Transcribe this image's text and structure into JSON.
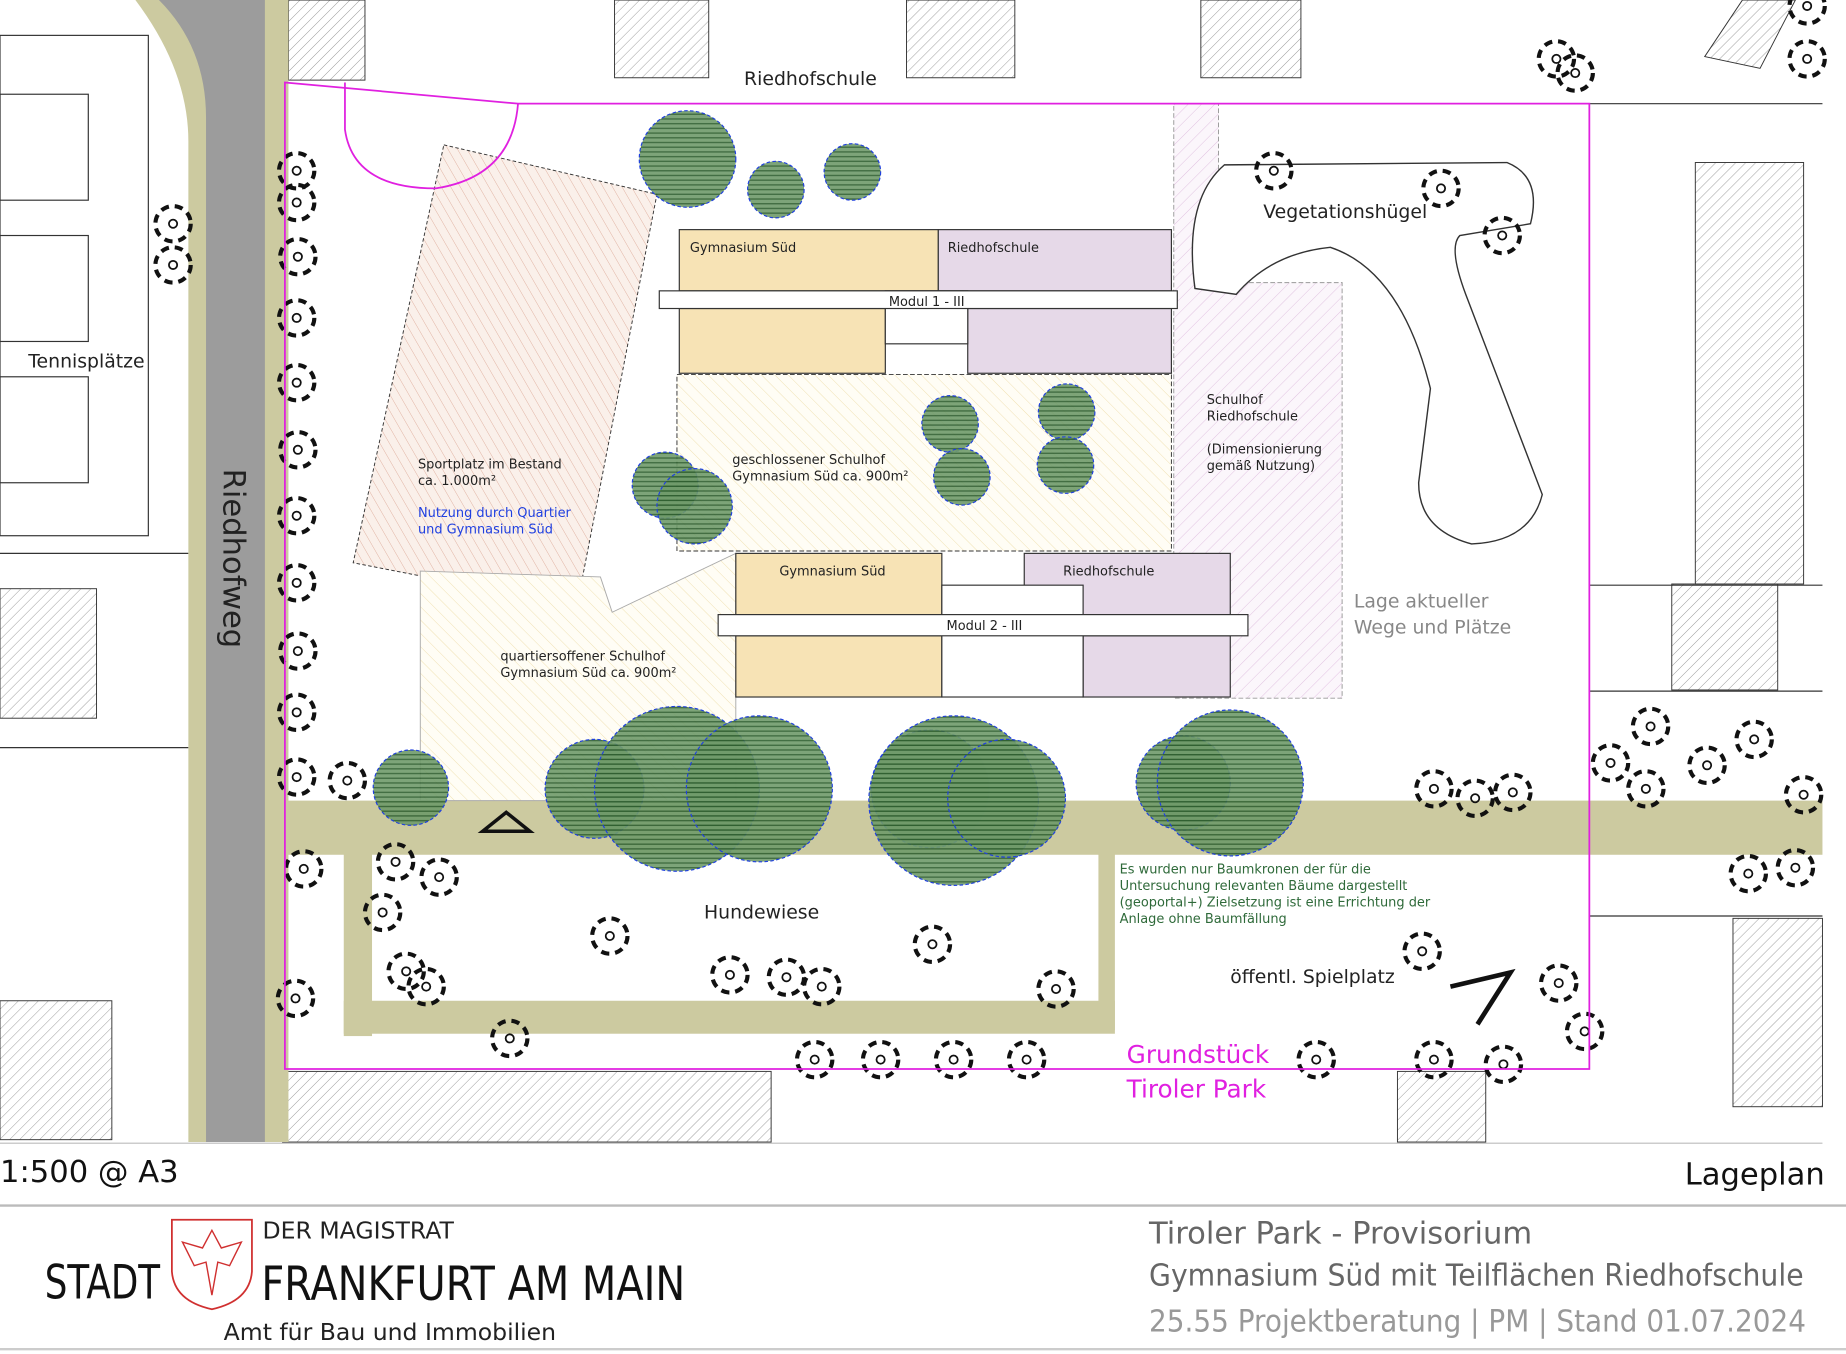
{
  "map": {
    "labels": {
      "riedhofschule_top": "Riedhofschule",
      "tennis": "Tennisplätze",
      "street": "Riedhofweg",
      "vegetation": "Vegetationshügel",
      "m1_gym": "Gymnasium Süd",
      "m1_ried": "Riedhofschule",
      "m1_name": "Modul 1 - III",
      "m2_gym": "Gymnasium Süd",
      "m2_ried": "Riedhofschule",
      "m2_name": "Modul 2 - III",
      "schulhof_ried_1": "Schulhof",
      "schulhof_ried_2": "Riedhofschule",
      "schulhof_ried_3": "(Dimensionierung",
      "schulhof_ried_4": "gemäß Nutzung)",
      "sport_1": "Sportplatz im Bestand",
      "sport_2": "ca. 1.000m²",
      "sport_use_1": "Nutzung durch Quartier",
      "sport_use_2": "und Gymnasium Süd",
      "closed_yard_1": "geschlossener Schulhof",
      "closed_yard_2": "Gymnasium Süd ca. 900m²",
      "open_yard_1": "quartiersoffener  Schulhof",
      "open_yard_2": "Gymnasium Süd ca. 900m²",
      "paths_1": "Lage aktueller",
      "paths_2": "Wege und Plätze",
      "dog": "Hundewiese",
      "playground": "öffentl. Spielplatz",
      "plot_1": "Grundstück",
      "plot_2": "Tiroler Park",
      "note_1": "Es wurden nur Baumkronen der für die",
      "note_2": "Untersuchung relevanten Bäume dargestellt",
      "note_3": "(geoportal+) Zielsetzung ist eine Errichtung der",
      "note_4": "Anlage ohne Baumfällung"
    },
    "colors": {
      "plot_boundary": "#e020e0",
      "gymnasium": "#f7e3b5",
      "riedhofschule": "#e6d9e8",
      "path_green": "#cccaa0",
      "street_gray": "#a0a0a0",
      "tree_green": "#4f8a4f",
      "tree_outline": "#2040e0",
      "note_text": "#2f6a3a",
      "blue_text": "#2040e0"
    }
  },
  "footer": {
    "scale": "1:500 @ A3",
    "plan_type": "Lageplan",
    "org_top": "DER MAGISTRAT",
    "org_stadt": "STADT",
    "org_city": "FRANKFURT AM MAIN",
    "org_dept": "Amt für Bau und Immobilien",
    "title_1": "Tiroler Park - Provisorium",
    "title_2": "Gymnasium Süd mit Teilflächen Riedhofschule",
    "title_3": "25.55 Projektberatung | PM | Stand 01.07.2024"
  }
}
